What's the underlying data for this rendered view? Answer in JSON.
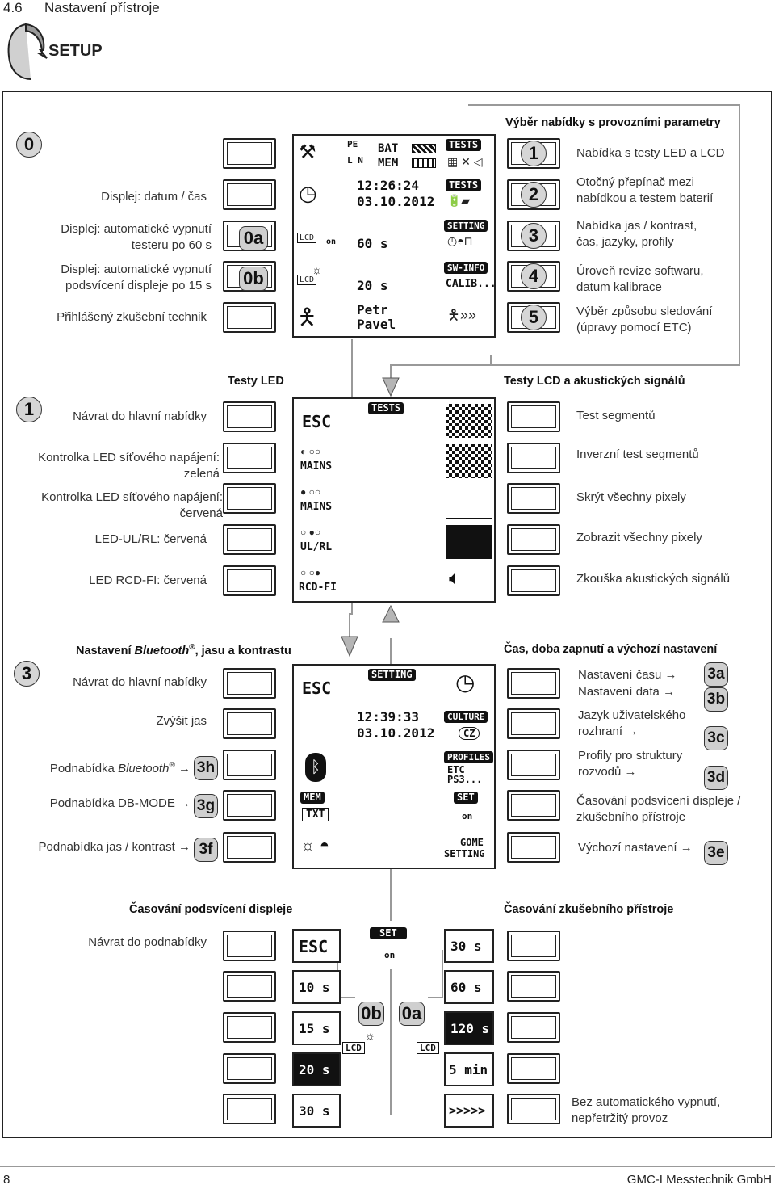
{
  "header": {
    "section_number": "4.6",
    "section_title": "Nastavení přístroje",
    "setup_label": "SETUP"
  },
  "footer": {
    "page": "8",
    "company": "GMC-I Messtechnik GmbH"
  },
  "menu0": {
    "marker": "0",
    "left_labels": [
      "Displej: datum / čas",
      "Displej: automatické vypnutí testeru po 60 s",
      "Displej: automatické vypnutí podsvícení displeje po 15 s",
      "Přihlášený zkušební technik"
    ],
    "badges": [
      "0a",
      "0b"
    ],
    "lcd": {
      "bat": "BAT",
      "mem": "MEM",
      "time": "12:26:24",
      "date": "03.10.2012",
      "t60": "60 s",
      "t20": "20 s",
      "name1": "Petr",
      "name2": "Pavel",
      "pe": "PE",
      "ln": "L N",
      "on": "on"
    },
    "softkeys": [
      "TESTS",
      "TESTS",
      "SETTING",
      "SW-INFO",
      "CALIB..."
    ],
    "right_title": "Výběr nabídky s provozními parametry",
    "right_numbers": [
      "1",
      "2",
      "3",
      "4",
      "5"
    ],
    "right_labels": [
      "Nabídka s testy LED a LCD",
      "Otočný přepínač mezi nabídkou a testem baterií",
      "Nabídka jas / kontrast, čas, jazyky, profily",
      "Úroveň revize softwaru, datum kalibrace",
      "Výběr způsobu sledování (úpravy pomocí ETC)"
    ]
  },
  "menu1": {
    "marker": "1",
    "title_left": "Testy LED",
    "title_right": "Testy LCD a akustických signálů",
    "left_labels": [
      "Návrat do hlavní nabídky",
      "Kontrolka LED síťového napájení: zelená",
      "Kontrolka LED síťového napájení: červená",
      "LED-UL/RL: červená",
      "LED RCD-FI: červená"
    ],
    "lcd_left": [
      "ESC",
      "MAINS",
      "MAINS",
      "UL/RL",
      "RCD-FI"
    ],
    "tests_tag": "TESTS",
    "right_labels": [
      "Test segmentů",
      "Inverzní test segmentů",
      "Skrýt všechny pixely",
      "Zobrazit všechny pixely",
      "Zkouška akustických signálů"
    ]
  },
  "menu3": {
    "marker": "3",
    "title_left_a": "Nastavení ",
    "title_left_b": "Bluetooth",
    "title_left_c": ", jasu a kontrastu",
    "reg": "®",
    "title_right": "Čas, doba zapnutí a výchozí nastavení",
    "left_labels": [
      "Návrat do hlavní nabídky",
      "Zvýšit jas",
      "Podnabídka DB-MODE",
      "Podnabídka jas / kontrast"
    ],
    "bt_label_a": "Podnabídka ",
    "bt_label_b": "Bluetooth",
    "left_badges": [
      "3h",
      "3g",
      "3f"
    ],
    "lcd": {
      "esc": "ESC",
      "setting": "SETTING",
      "time": "12:39:33",
      "date": "03.10.2012",
      "mem": "MEM",
      "txt": "TXT",
      "culture": "CULTURE",
      "cz": "CZ",
      "profiles": "PROFILES",
      "etc": "ETC",
      "ps3": "PS3...",
      "set": "SET",
      "on": "on",
      "gome": "GOME",
      "setting2": "SETTING"
    },
    "right_labels": [
      "Nastavení času",
      "Nastavení data",
      "Jazyk uživatelského rozhraní",
      "Profily pro struktury rozvodů",
      "Časování podsvícení displeje / zkušebního přístroje",
      "Výchozí nastavení"
    ],
    "right_badges": [
      "3a",
      "3b",
      "3c",
      "3d",
      "3e"
    ]
  },
  "menu_timing": {
    "title_left": "Časování podsvícení displeje",
    "title_right": "Časování zkušebního přístroje",
    "back_label": "Návrat do podnabídky",
    "set_tag": "SET",
    "on": "on",
    "left_values": [
      "ESC",
      "10 s",
      "15 s",
      "20 s",
      "30 s"
    ],
    "right_values": [
      "30 s",
      "60 s",
      "120 s",
      "5 min",
      ">>>>>"
    ],
    "badges": [
      "0b",
      "0a"
    ],
    "lcd_label": "LCD",
    "note": "Bez automatického vypnutí, nepřetržitý provoz"
  }
}
